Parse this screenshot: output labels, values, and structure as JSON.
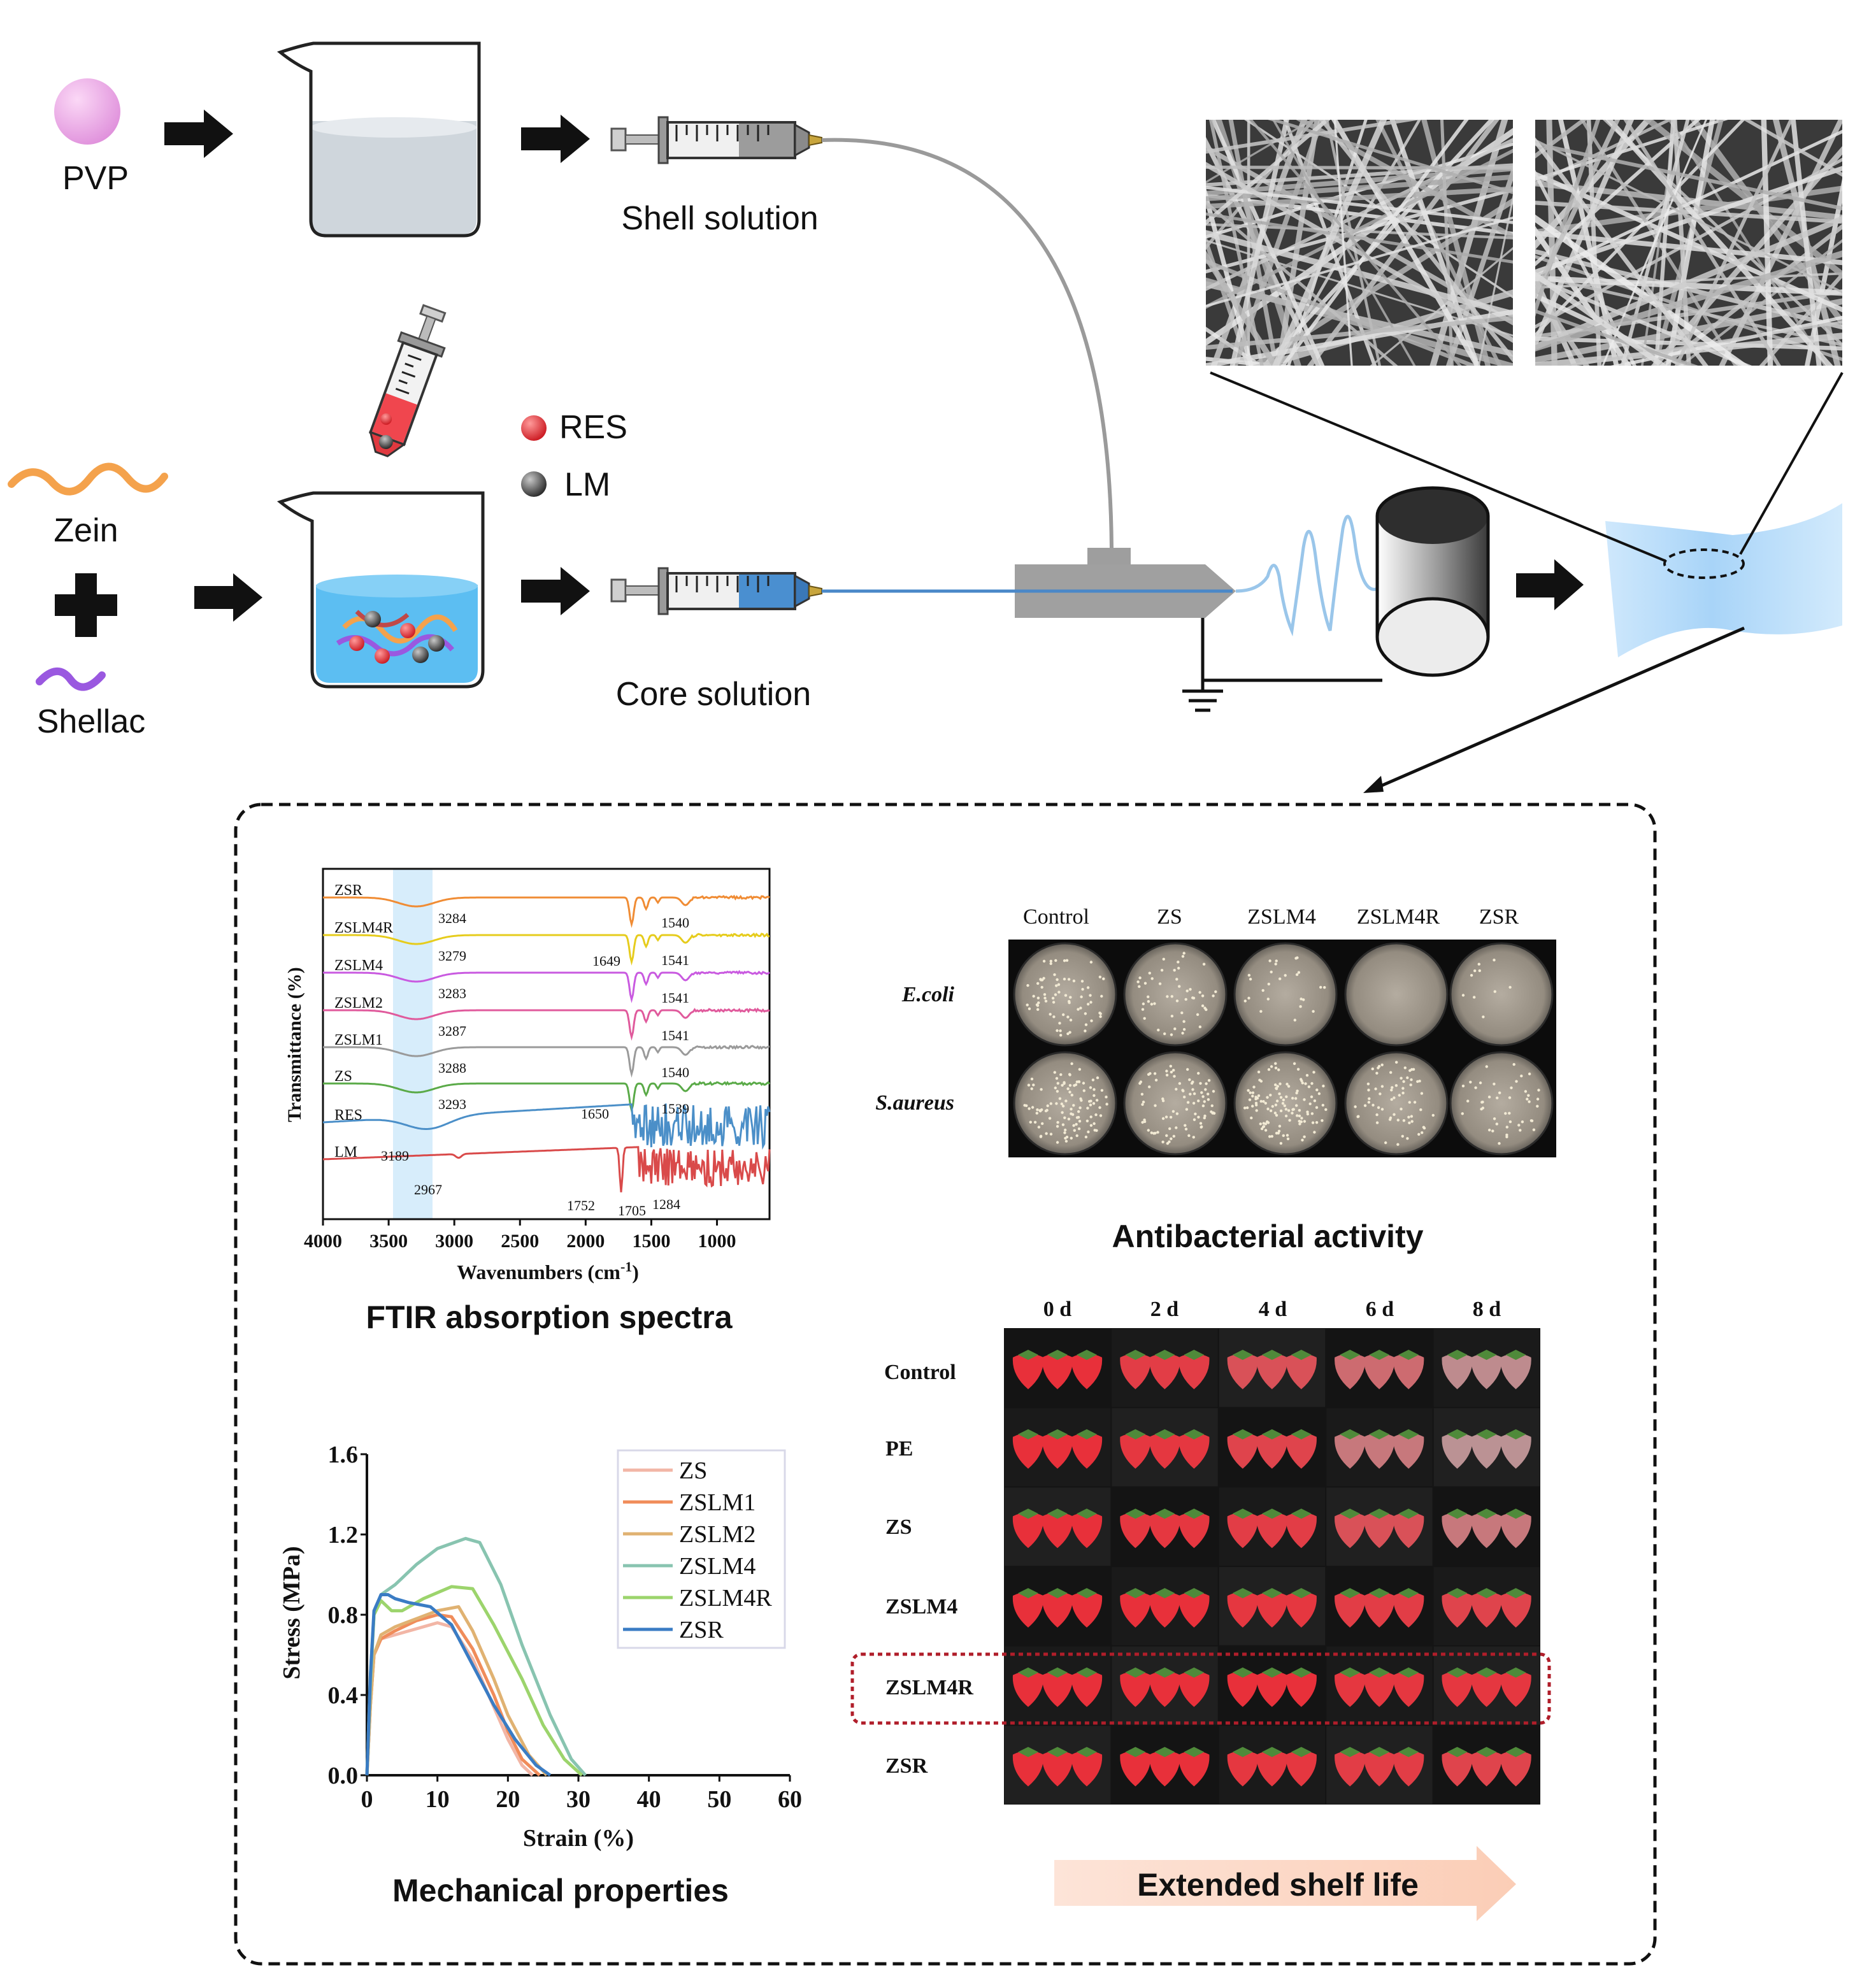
{
  "process": {
    "materials": {
      "pvp": "PVP",
      "zein": "Zein",
      "shellac": "Shellac",
      "res": "RES",
      "lm": "LM"
    },
    "shell_label": "Shell solution",
    "core_label": "Core solution"
  },
  "ftir": {
    "caption": "FTIR absorption spectra",
    "ylabel": "Transmittance (%)",
    "xlabel": "Wavenumbers (cm",
    "xlabel_sup": "-1",
    "xlabel_end": ")",
    "xticks": [
      "4000",
      "3500",
      "3000",
      "2500",
      "2000",
      "1500",
      "1000"
    ],
    "samples": [
      {
        "name": "ZSR",
        "color": "#f08c34",
        "oh": "3284",
        "amide": "1540"
      },
      {
        "name": "ZSLM4R",
        "color": "#e6cc1c",
        "oh": "3279",
        "amide": "1541",
        "co": "1649"
      },
      {
        "name": "ZSLM4",
        "color": "#c95ae0",
        "oh": "3283",
        "amide": "1541"
      },
      {
        "name": "ZSLM2",
        "color": "#e05a9c",
        "oh": "3287",
        "amide": "1541"
      },
      {
        "name": "ZSLM1",
        "color": "#9a9a9a",
        "oh": "3288",
        "amide": "1540"
      },
      {
        "name": "ZS",
        "color": "#5aaa48",
        "oh": "3293",
        "amide": "1539",
        "co": "1650"
      },
      {
        "name": "RES",
        "color": "#4b8fc8",
        "oh": "3189"
      },
      {
        "name": "LM",
        "color": "#d94a4a",
        "peaks": [
          "2967",
          "1752",
          "1705",
          "1284"
        ]
      }
    ]
  },
  "chart_data": {
    "type": "line",
    "title": "",
    "caption": "Mechanical properties",
    "xlabel": "Strain (%)",
    "ylabel": "Stress (MPa)",
    "xlim": [
      0,
      60
    ],
    "ylim": [
      0,
      1.6
    ],
    "xticks": [
      "0",
      "10",
      "20",
      "30",
      "40",
      "50",
      "60"
    ],
    "yticks": [
      "0.0",
      "0.4",
      "0.8",
      "1.2",
      "1.6"
    ],
    "legend_position": "top-right",
    "series": [
      {
        "name": "ZS",
        "color": "#f2b6a6",
        "x": [
          0,
          0.5,
          1,
          2,
          4,
          7,
          10,
          12,
          15,
          18,
          20,
          22,
          23.5
        ],
        "y": [
          0,
          0.35,
          0.6,
          0.68,
          0.7,
          0.73,
          0.76,
          0.74,
          0.58,
          0.34,
          0.18,
          0.05,
          0
        ]
      },
      {
        "name": "ZSLM1",
        "color": "#f08c5a",
        "x": [
          0,
          0.5,
          1,
          2,
          4,
          7,
          10,
          12,
          15,
          18,
          20,
          22,
          24.5
        ],
        "y": [
          0,
          0.35,
          0.6,
          0.68,
          0.72,
          0.77,
          0.8,
          0.79,
          0.63,
          0.4,
          0.22,
          0.08,
          0
        ]
      },
      {
        "name": "ZSLM2",
        "color": "#e0b272",
        "x": [
          0,
          0.5,
          1,
          2,
          4,
          7,
          10,
          13,
          15,
          18,
          20,
          23,
          25.5
        ],
        "y": [
          0,
          0.35,
          0.6,
          0.7,
          0.74,
          0.78,
          0.82,
          0.84,
          0.72,
          0.48,
          0.3,
          0.1,
          0
        ]
      },
      {
        "name": "ZSLM4",
        "color": "#88c4b0",
        "x": [
          0,
          0.5,
          1,
          2,
          4,
          7,
          10,
          14,
          16,
          19,
          22,
          26,
          29,
          31
        ],
        "y": [
          0,
          0.45,
          0.8,
          0.9,
          0.95,
          1.05,
          1.13,
          1.18,
          1.16,
          0.95,
          0.65,
          0.3,
          0.08,
          0
        ]
      },
      {
        "name": "ZSLM4R",
        "color": "#9cd46c",
        "x": [
          0,
          0.5,
          1,
          2,
          3.5,
          5,
          8,
          12,
          15,
          18,
          22,
          25,
          28,
          30.5
        ],
        "y": [
          0,
          0.5,
          0.8,
          0.87,
          0.82,
          0.82,
          0.88,
          0.94,
          0.93,
          0.75,
          0.48,
          0.25,
          0.08,
          0
        ]
      },
      {
        "name": "ZSR",
        "color": "#3a7cc4",
        "x": [
          0,
          0.5,
          1,
          2,
          3,
          4,
          6,
          9,
          12,
          15,
          18,
          21,
          24,
          26
        ],
        "y": [
          0,
          0.5,
          0.82,
          0.9,
          0.9,
          0.88,
          0.86,
          0.84,
          0.75,
          0.55,
          0.35,
          0.18,
          0.05,
          0
        ]
      }
    ]
  },
  "antibacterial": {
    "caption": "Antibacterial activity",
    "columns": [
      "Control",
      "ZS",
      "ZSLM4",
      "ZSLM4R",
      "ZSR"
    ],
    "rows": [
      "E.coli",
      "S.aureus"
    ],
    "colony_counts": [
      [
        70,
        50,
        25,
        0,
        10
      ],
      [
        110,
        85,
        120,
        65,
        45
      ]
    ]
  },
  "shelf": {
    "caption": "Extended shelf life",
    "days": [
      "0 d",
      "2 d",
      "4 d",
      "6 d",
      "8 d"
    ],
    "samples": [
      "Control",
      "PE",
      "ZS",
      "ZSLM4",
      "ZSLM4R",
      "ZSR"
    ],
    "highlight": "ZSLM4R"
  },
  "colors": {
    "arrow": "#111111",
    "shell_fluid": "#9a9a9a",
    "core_fluid": "#4a88c8",
    "strawberry": "#e8303a",
    "membrane": "#bfe0fb",
    "highlight_box": "#b01e2a"
  }
}
